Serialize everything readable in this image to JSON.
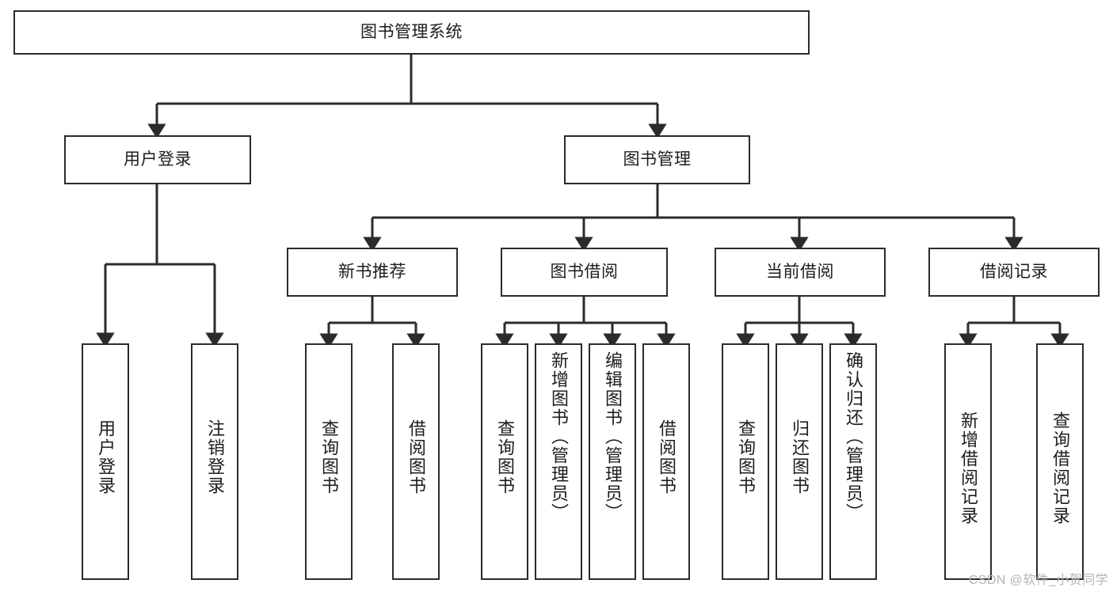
{
  "diagram": {
    "title": "图书管理系统",
    "type": "hierarchy-tree",
    "line_color": "#2b2b2b",
    "box_fill": "#ffffff",
    "text_color": "#1d1d1d",
    "nodes": {
      "root": {
        "label": "图书管理系统"
      },
      "level1": [
        {
          "id": "user-login",
          "label": "用户登录"
        },
        {
          "id": "book-management",
          "label": "图书管理"
        }
      ],
      "level2": [
        {
          "id": "new-book-recommend",
          "label": "新书推荐"
        },
        {
          "id": "book-borrow",
          "label": "图书借阅"
        },
        {
          "id": "current-borrow",
          "label": "当前借阅"
        },
        {
          "id": "borrow-record",
          "label": "借阅记录"
        }
      ],
      "leaves": {
        "user_login": [
          {
            "id": "leaf-user-login",
            "label": "用户登录"
          },
          {
            "id": "leaf-logout-login",
            "label": "注销登录"
          }
        ],
        "new_book_recommend": [
          {
            "id": "leaf-query-book-1",
            "label": "查询图书"
          },
          {
            "id": "leaf-borrow-book-1",
            "label": "借阅图书"
          }
        ],
        "book_borrow": [
          {
            "id": "leaf-query-book-2",
            "label": "查询图书"
          },
          {
            "id": "leaf-add-book",
            "label": "新增图书（管理员）"
          },
          {
            "id": "leaf-edit-book",
            "label": "编辑图书（管理员）"
          },
          {
            "id": "leaf-borrow-book-2",
            "label": "借阅图书"
          }
        ],
        "current_borrow": [
          {
            "id": "leaf-query-book-3",
            "label": "查询图书"
          },
          {
            "id": "leaf-return-book",
            "label": "归还图书"
          },
          {
            "id": "leaf-confirm-return",
            "label": "确认归还（管理员）"
          }
        ],
        "borrow_record": [
          {
            "id": "leaf-add-record",
            "label": "新增借阅记录"
          },
          {
            "id": "leaf-query-record",
            "label": "查询借阅记录"
          }
        ]
      }
    }
  },
  "watermark": {
    "text": "CSDN @软件_小贺同学"
  }
}
